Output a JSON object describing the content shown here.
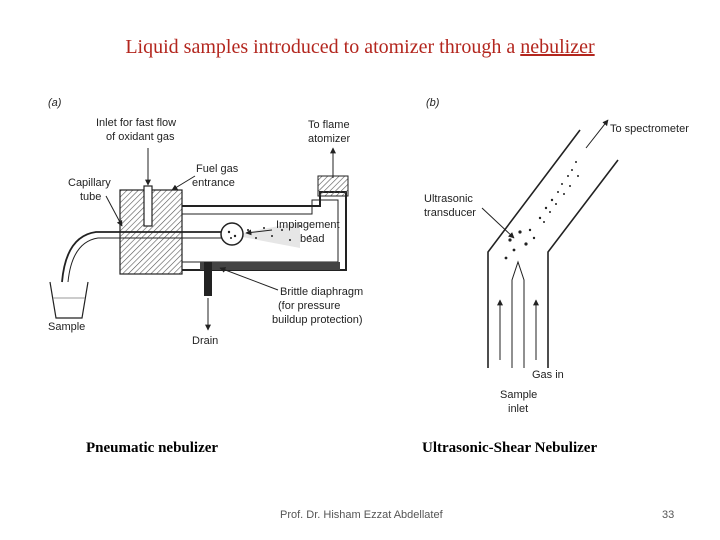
{
  "slide": {
    "title_prefix": "Liquid samples introduced to atomizer through a ",
    "title_underlined": "nebulizer",
    "title_color": "#b3261e"
  },
  "diagram_a": {
    "panel_label": "(a)",
    "labels": {
      "inlet_line1": "Inlet for fast flow",
      "inlet_line2": "of oxidant gas",
      "flame_line1": "To flame",
      "flame_line2": "atomizer",
      "fuel_line1": "Fuel gas",
      "fuel_line2": "entrance",
      "capillary_line1": "Capillary",
      "capillary_line2": "tube",
      "bead_line1": "Impingement",
      "bead_line2": "bead",
      "diaphragm_line1": "Brittle diaphragm",
      "diaphragm_line2": "(for pressure",
      "diaphragm_line3": "buildup protection)",
      "sample": "Sample",
      "drain": "Drain"
    },
    "caption": "Pneumatic nebulizer"
  },
  "diagram_b": {
    "panel_label": "(b)",
    "labels": {
      "spectrometer": "To spectrometer",
      "transducer_line1": "Ultrasonic",
      "transducer_line2": "transducer",
      "gas_in": "Gas in",
      "sample_line1": "Sample",
      "sample_line2": "inlet"
    },
    "caption": "Ultrasonic-Shear Nebulizer"
  },
  "footer": {
    "author": "Prof. Dr. Hisham Ezzat Abdellatef",
    "page_number": "33"
  }
}
